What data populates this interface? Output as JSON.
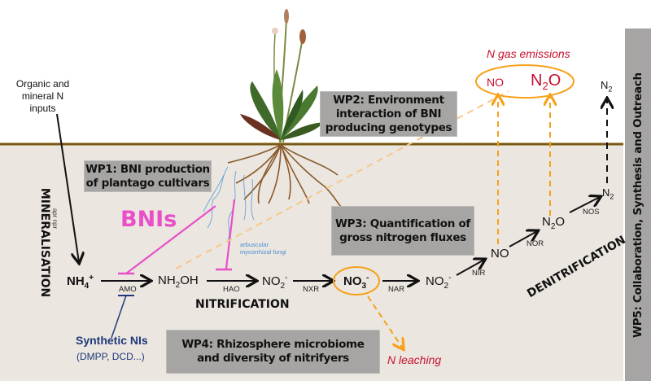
{
  "inputs_label": [
    "Organic and",
    "mineral N",
    "inputs"
  ],
  "processes": {
    "mineralisation": "MINERALISATION",
    "mineralisation_small": "apr npr",
    "nitrification": "NITRIFICATION",
    "denitrification": "DENITRIFICATION"
  },
  "compounds": {
    "nh4": "NH4+",
    "nh2oh": "NH2OH",
    "no2_a": "NO2-",
    "no3": "NO3-",
    "no2_b": "NO2-",
    "no": "NO",
    "n2o": "N2O",
    "n2_soil": "N2",
    "n2_air": "N2",
    "no_gas": "NO",
    "n2o_gas": "N2O"
  },
  "enzymes": {
    "amo": "AMO",
    "hao": "HAO",
    "nxr": "NXR",
    "nar": "NAR",
    "nir": "NIR",
    "nor": "NOR",
    "nos": "NOS"
  },
  "inhibitors": {
    "bnis": "BNIs",
    "synthetic_title": "Synthetic NIs",
    "synthetic_examples": "(DMPP, DCD...)",
    "fungi": [
      "arbuscular",
      "mycorrhizal fungi"
    ]
  },
  "losses": {
    "gas": "N gas emissions",
    "leaching": "N leaching"
  },
  "work_packages": {
    "wp1": [
      "WP1: BNI production",
      "of plantago cultivars"
    ],
    "wp2": [
      "WP2: Environment",
      "interaction of BNI",
      "producing genotypes"
    ],
    "wp3": [
      "WP3: Quantification of",
      "gross nitrogen fluxes"
    ],
    "wp4": [
      "WP4: Rhizosphere microbiome",
      "and diversity of nitrifyers"
    ],
    "wp5": "WP5: Collaboration, Synthesis and Outreach"
  },
  "colors": {
    "soil": "#ebe6e0",
    "ground_line": "#7a5a12",
    "bni_pink": "#e84fc9",
    "synthetic_navy": "#1f3a7a",
    "orange": "#f7a11a",
    "loss_red": "#c8102e",
    "fungi_blue": "#4a8ed0",
    "box_gray": "#a6a5a3"
  }
}
